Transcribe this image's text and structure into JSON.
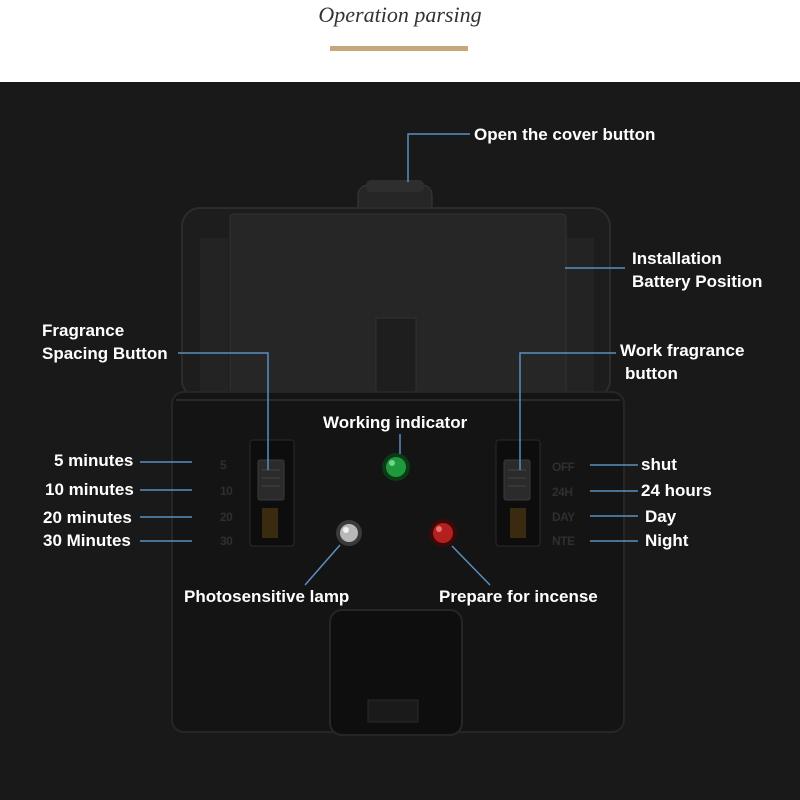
{
  "header": {
    "title": "Operation parsing",
    "accent_color": "#c7a77a"
  },
  "labels": {
    "open_cover": "Open the cover button",
    "battery_line1": "Installation",
    "battery_line2": "Battery Position",
    "spacing_line1": "Fragrance",
    "spacing_line2": "Spacing Button",
    "work_line1": "Work fragrance",
    "work_line2": "button",
    "working_indicator": "Working indicator",
    "photosensitive_lamp": "Photosensitive lamp",
    "prepare_incense": "Prepare for incense",
    "interval_5": "5 minutes",
    "interval_10": "10 minutes",
    "interval_20": "20 minutes",
    "interval_30": "30 Minutes",
    "mode_shut": "shut",
    "mode_24h": "24 hours",
    "mode_day": "Day",
    "mode_night": "Night"
  },
  "device_markings": {
    "left_scale": [
      "5",
      "10",
      "20",
      "30"
    ],
    "right_scale": [
      "OFF",
      "24H",
      "DAY",
      "NTE"
    ]
  },
  "colors": {
    "background": "#191919",
    "device_body": "#141414",
    "callout_line": "#5a8fc0",
    "working_led": "#1e9a3c",
    "prepare_led": "#b3201f",
    "photo_lamp": "#b8b8b8"
  }
}
